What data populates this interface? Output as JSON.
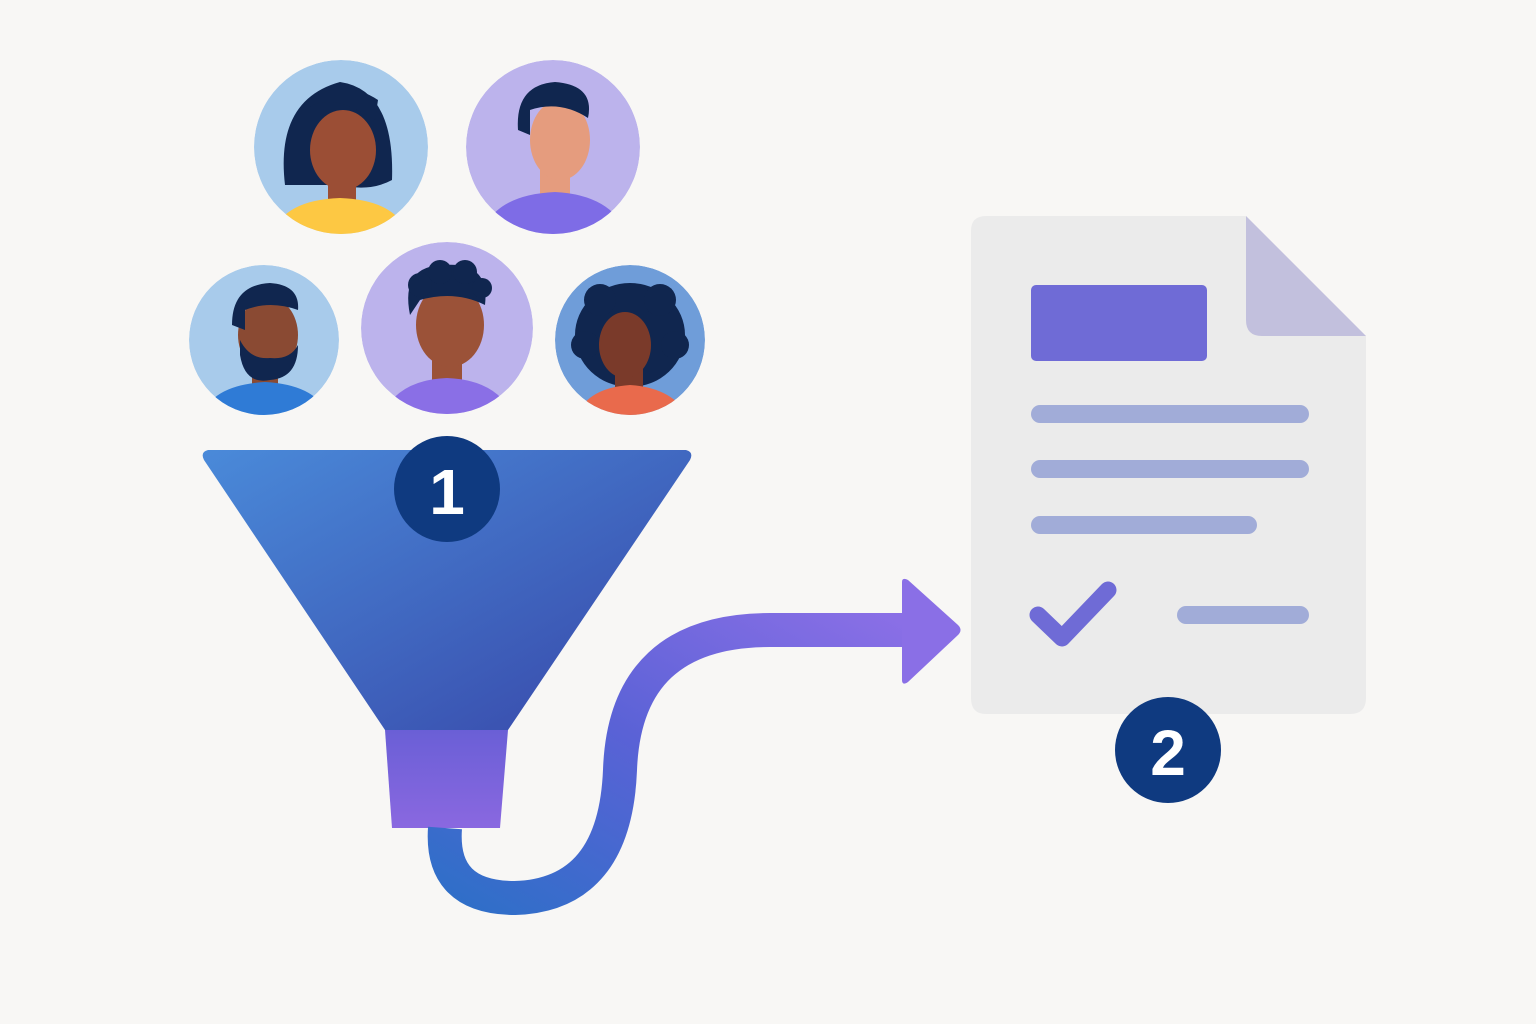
{
  "step_badges": {
    "funnel_step": "1",
    "document_step": "2"
  },
  "people": [
    {
      "name": "woman-yellow-shirt",
      "bg": "#a8cbeb",
      "shirt": "#fdc843",
      "skin": "#9b4e35"
    },
    {
      "name": "man-purple-shirt",
      "bg": "#bcb3ec",
      "shirt": "#7e6ce6",
      "skin": "#e59c7e"
    },
    {
      "name": "bearded-man-blue-shirt",
      "bg": "#a8cbeb",
      "shirt": "#2f7bd6",
      "skin": "#8a4a33"
    },
    {
      "name": "man-curly-hair-purple-shirt",
      "bg": "#bcb3ec",
      "shirt": "#8a6fe6",
      "skin": "#9b5238"
    },
    {
      "name": "woman-curly-hair-orange-shirt",
      "bg": "#6f9dd9",
      "shirt": "#e96a4c",
      "skin": "#7a3a2a"
    }
  ],
  "colors": {
    "badge": "#0f3a80",
    "funnel_top": "#4a86d8",
    "funnel_bottom": "#3a49b0",
    "spout": "#7a5fdc",
    "arrow_start": "#2f6fc8",
    "arrow_end": "#8a6fe6",
    "document": "#ebebeb",
    "document_fold": "#c2c0dd",
    "document_header": "#6f6bd6",
    "document_lines": "#a1acd8",
    "hair": "#10264f"
  }
}
